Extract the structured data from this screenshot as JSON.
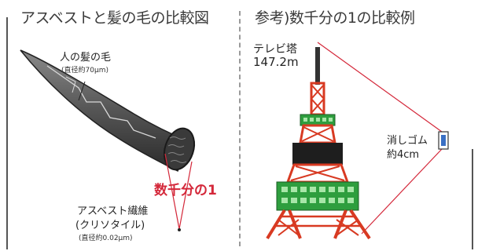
{
  "left": {
    "title": "アスベストと髪の毛の比較図",
    "hair_label": "人の髪の毛",
    "hair_size": "(直径約70μm)",
    "ratio_label": "数千分の1",
    "asbestos_label_1": "アスベスト繊維",
    "asbestos_label_2": "(クリソタイル)",
    "asbestos_size": "(直径約0.02μm)"
  },
  "right": {
    "title": "参考)数千分の1の比較例",
    "tower_label": "テレビ塔",
    "tower_height": "147.2m",
    "eraser_label": "消しゴム",
    "eraser_size": "約4cm"
  },
  "colors": {
    "accent_red": "#d4283a",
    "tower_red": "#d83a22",
    "tower_green": "#2e9e3e",
    "tower_dark": "#1e1e1e",
    "hair_gray": "#555555"
  }
}
